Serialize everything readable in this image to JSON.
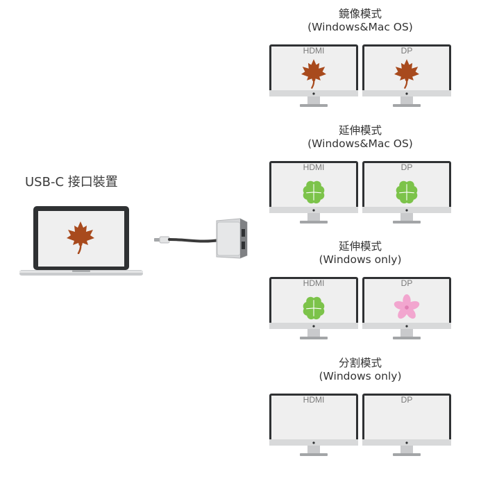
{
  "laptop": {
    "label": "USB-C 接口裝置"
  },
  "modes": [
    {
      "title": "鏡像模式",
      "subtitle": "(Windows&Mac OS)",
      "left_label": "HDMI",
      "right_label": "DP"
    },
    {
      "title": "延伸模式",
      "subtitle": "(Windows&Mac OS)",
      "left_label": "HDMI",
      "right_label": "DP"
    },
    {
      "title": "延伸模式",
      "subtitle": "(Windows only)",
      "left_label": "HDMI",
      "right_label": "DP"
    },
    {
      "title": "分割模式",
      "subtitle": "(Windows only)",
      "left_label": "HDMI",
      "right_label": "DP"
    }
  ],
  "colors": {
    "maple": "#a84a1d",
    "clover": "#7cc34a",
    "flower": "#f2a6cf",
    "bezel": "#2f3133",
    "screen": "#efefef"
  }
}
